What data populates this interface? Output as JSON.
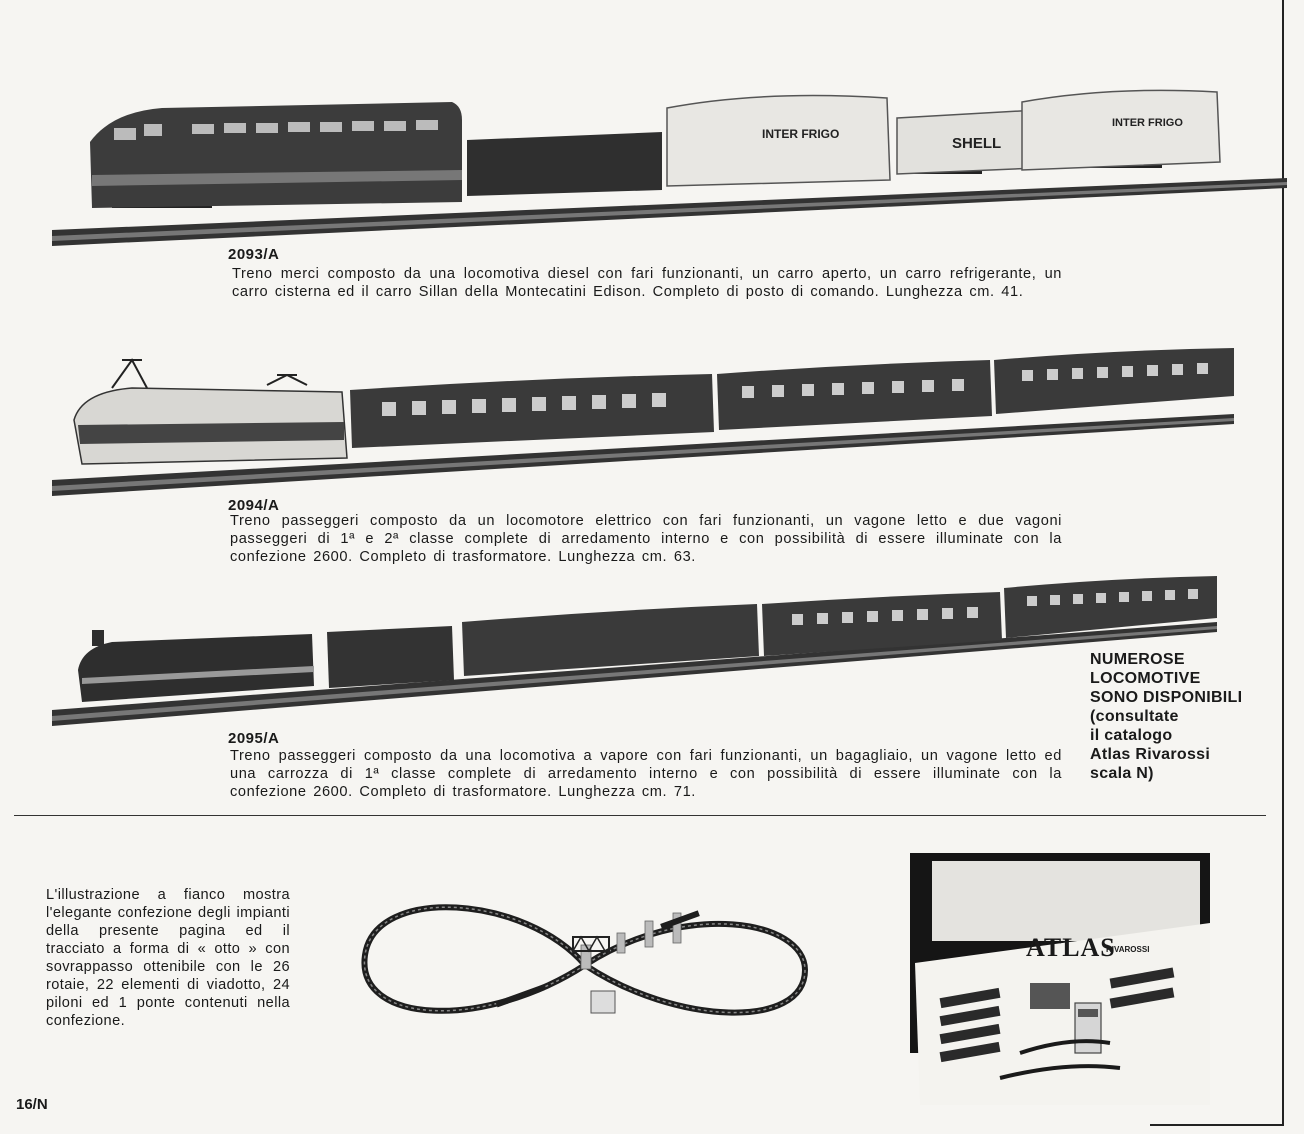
{
  "trains": [
    {
      "code": "2093/A",
      "description": "Treno merci composto da una locomotiva diesel con fari funzionanti, un carro aperto, un carro refrigerante, un carro cisterna ed il carro Sillan della Montecatini Edison. Completo di posto di comando. Lunghezza cm. 41.",
      "wagon_labels": [
        "INTER FRIGO",
        "SHELL",
        "INTER FRIGO"
      ]
    },
    {
      "code": "2094/A",
      "description": "Treno passeggeri composto da un locomotore elettrico con fari funzionanti, un vagone letto e due vagoni passeggeri di 1ª e 2ª classe complete di arredamento interno e con possibilità di essere illuminate con la confezione 2600. Completo di trasformatore. Lunghezza cm. 63."
    },
    {
      "code": "2095/A",
      "description": "Treno passeggeri composto da una locomotiva a vapore con fari funzionanti, un bagagliaio, un vagone letto ed una carrozza di 1ª classe complete di arredamento interno e con possibilità di essere illuminate con la confezione 2600. Completo di trasformatore. Lunghezza cm. 71."
    }
  ],
  "sidebar": {
    "lines": [
      "NUMEROSE",
      "LOCOMOTIVE",
      "SONO DISPONIBILI",
      "(consultate",
      "il catalogo",
      "Atlas Rivarossi",
      "scala N)"
    ]
  },
  "caption": "L'illustrazione a fianco mostra l'elegante confezione degli impianti della presente pagina ed il tracciato a forma di « otto » con sovrappasso ottenibile con le 26 rotaie, 22 elementi di viadotto, 24 piloni ed 1 ponte contenuti nella confezione.",
  "box": {
    "brand": "ATLAS",
    "brand_sub": "RIVAROSSI"
  },
  "page_number": "16/N"
}
